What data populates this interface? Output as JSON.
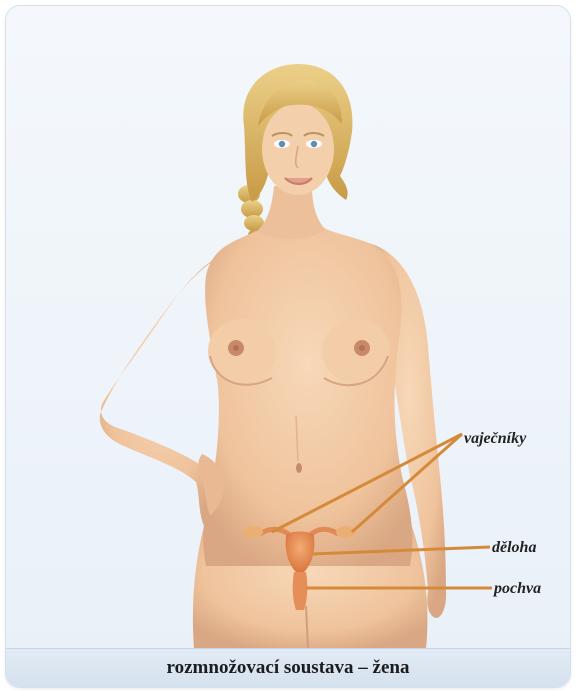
{
  "labels": {
    "ovaries": "vaječníky",
    "uterus": "děloha",
    "vagina": "pochva"
  },
  "caption": "rozmnožovací soustava – žena",
  "colors": {
    "skin": "#f2c9a2",
    "skin_shadow": "#dba886",
    "hair": "#d9b25e",
    "organ": "#e8925c",
    "pointer": "#d58a3a",
    "caption_bg": "#dde7f2"
  }
}
